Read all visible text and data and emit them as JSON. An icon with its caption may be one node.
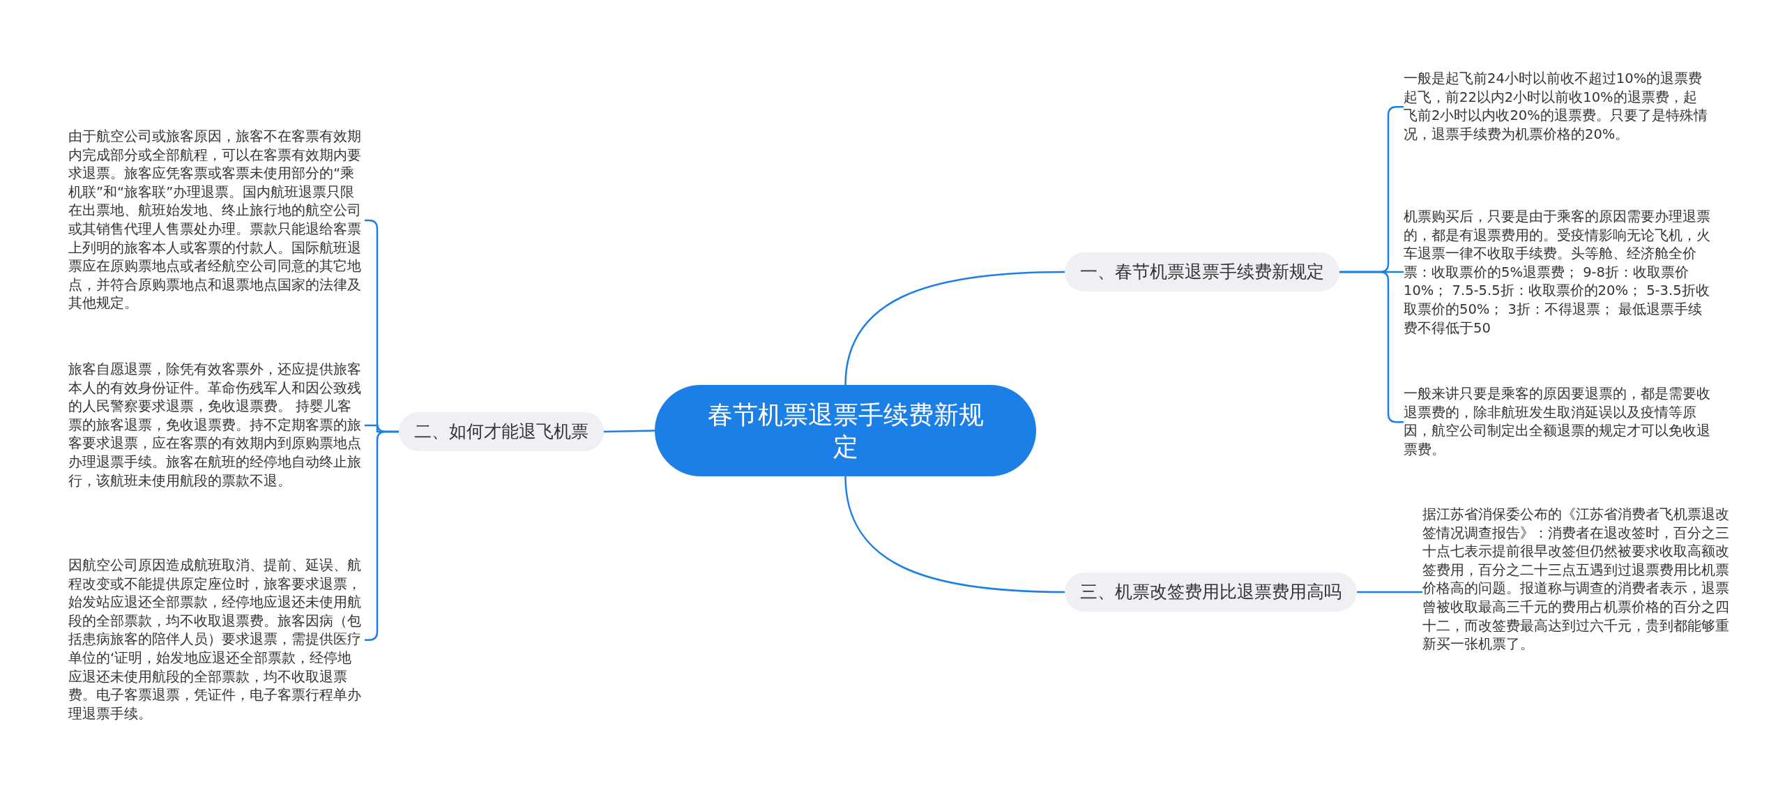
{
  "diagram": {
    "nodes": [
      {
        "text": [
          "春节机票退票手续费新规定"
        ]
      },
      {
        "text": [
          "一、春节机票退票手续费新规定"
        ]
      },
      {
        "text": [
          "一般是起飞前24小时以前收不超过10%的退票费起飞，前22以内2小时以前收10%的退票费，起飞前2小时以内收20%的退票费。只要了是特殊情况，退票手续费为机票价格的20%。"
        ]
      },
      {
        "text": [
          "机票购买后，只要是由于乘客的原因需要办理退票的，都是有退票费用的。受疫情影响无论飞机，火车退票一律不收取手续费。头等舱、经济舱全价票：收取票价的5%退票费；  9-8折：收取票价10%；  7.5-5.5折：收取票价的20%；  5-3.5折收取票价的50%；  3折：不得退票；  最低退票手续费不得低于50"
        ]
      },
      {
        "text": [
          "一般来讲只要是乘客的原因要退票的，都是需要收退票费的，除非航班发生取消延误以及疫情等原因，航空公司制定出全额退票的规定才可以免收退票费。"
        ]
      },
      {
        "text": [
          "二、如何才能退飞机票"
        ]
      },
      {
        "text": [
          "由于航空公司或旅客原因，旅客不在客票有效期内完成部分或全部航程，可以在客票有效期内要求退票。旅客应凭客票或客票未使用部分的“乘机联”和“旅客联”办理退票。国内航班退票只限在出票地、航班始发地、终止旅行地的航空公司或其销售代理人售票处办理。票款只能退给客票上列明的旅客本人或客票的付款人。国际航班退票应在原购票地点或者经航空公司同意的其它地点，并符合原购票地点和退票地点国家的法律及其他规定。"
        ]
      },
      {
        "text": [
          "旅客自愿退票，除凭有效客票外，还应提供旅客本人的有效身份证件。革命伤残军人和因公致残的人民警察要求退票，免收退票费。 持婴儿客票的旅客退票，免收退票费。持不定期客票的旅客要求退票，应在客票的有效期内到原购票地点办理退票手续。旅客在航班的经停地自动终止旅行，该航班未使用航段的票款不退。"
        ]
      },
      {
        "text": [
          "因航空公司原因造成航班取消、提前、延误、航程改变或不能提供原定座位时，旅客要求退票，始发站应退还全部票款，经停地应退还未使用航段的全部票款，均不收取退票费。旅客因病（包括患病旅客的陪伴人员）要求退票，需提供医疗单位的‘证明，始发地应退还全部票款，经停地应退还未使用航段的全部票款，均不收取退票费。电子客票退票，凭证件，电子客票行程单办理退票手续。"
        ]
      },
      {
        "text": [
          "三、机票改签费用比退票费用高吗"
        ]
      },
      {
        "text": [
          "据江苏省消保委公布的《江苏省消费者飞机票退改签情况调查报告》：消费者在退改签时，百分之三十点七表示提前很早改签但仍然被要求收取高额改签费用，百分之二十三点五遇到过退票费用比机票价格高的问题。报道称与调查的消费者表示，退票曾被收取最高三千元的费用占机票价格的百分之四十二，而改签费最高达到过六千元，贵到都能够重新买一张机票了。"
        ]
      }
    ],
    "edges": [
      {
        "from": 0,
        "to": 1,
        "arrow": "none"
      },
      {
        "from": 1,
        "to": 2,
        "arrow": "none"
      },
      {
        "from": 1,
        "to": 3,
        "arrow": "none"
      },
      {
        "from": 1,
        "to": 4,
        "arrow": "none"
      },
      {
        "from": 0,
        "to": 5,
        "arrow": "none"
      },
      {
        "from": 5,
        "to": 6,
        "arrow": "none"
      },
      {
        "from": 5,
        "to": 7,
        "arrow": "none"
      },
      {
        "from": 5,
        "to": 8,
        "arrow": "none"
      },
      {
        "from": 0,
        "to": 9,
        "arrow": "none"
      },
      {
        "from": 9,
        "to": 10,
        "arrow": "none"
      }
    ]
  }
}
